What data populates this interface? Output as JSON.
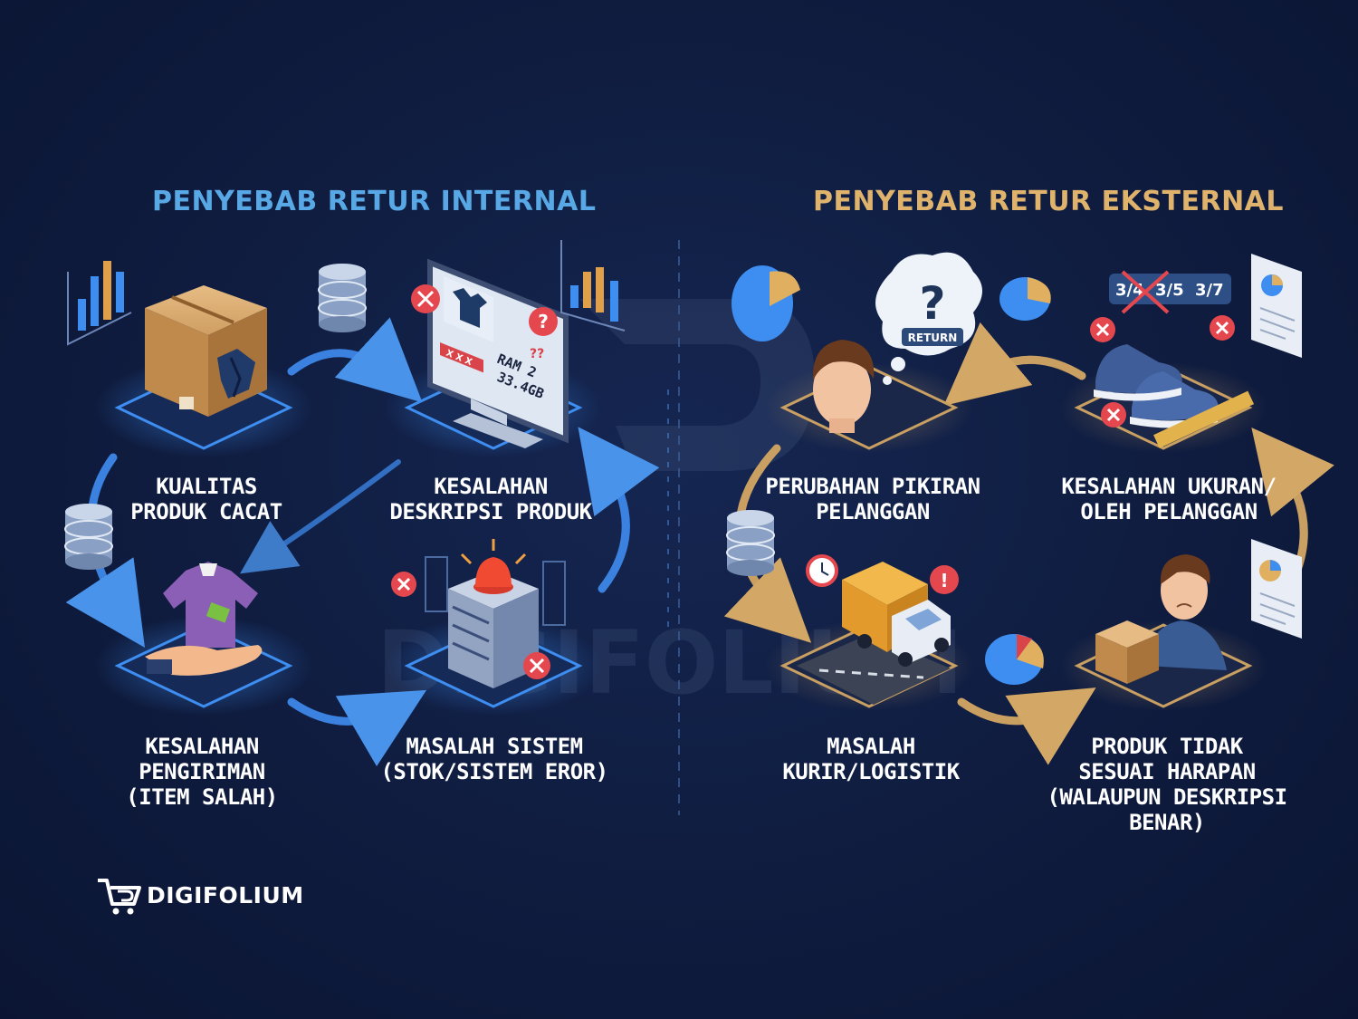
{
  "sections": {
    "internal": {
      "title": "PENYEBAB RETUR INTERNAL",
      "accent": "#58a8e6",
      "nodes": [
        {
          "id": "kualitas",
          "lines": [
            "KUALITAS",
            "PRODUK CACAT"
          ]
        },
        {
          "id": "deskripsi",
          "lines": [
            "KESALAHAN",
            "DESKRIPSI PRODUK"
          ]
        },
        {
          "id": "pengiriman",
          "lines": [
            "KESALAHAN",
            "PENGIRIMAN",
            "(ITEM SALAH)"
          ]
        },
        {
          "id": "sistem",
          "lines": [
            "MASALAH SISTEM",
            "(STOK/SISTEM EROR)"
          ]
        }
      ]
    },
    "external": {
      "title": "PENYEBAB RETUR EKSTERNAL",
      "accent": "#e0b36c",
      "nodes": [
        {
          "id": "pikiran",
          "lines": [
            "PERUBAHAN PIKIRAN",
            "PELANGGAN"
          ]
        },
        {
          "id": "ukuran",
          "lines": [
            "KESALAHAN UKURAN/",
            "OLEH PELANGGAN"
          ]
        },
        {
          "id": "kurir",
          "lines": [
            "MASALAH",
            "KURIR/LOGISTIK"
          ]
        },
        {
          "id": "harapan",
          "lines": [
            "PRODUK TIDAK",
            "SESUAI HARAPAN",
            "(WALAUPUN DESKRIPSI",
            "BENAR)"
          ]
        }
      ]
    }
  },
  "illustrations": {
    "monitor_specs": [
      "RAM 2",
      "33.4GB"
    ],
    "monitor_marks": [
      "??",
      "X X X"
    ],
    "thought_bubble": "RETURN",
    "size_tags": [
      "3/4",
      "3/5",
      "3/7"
    ]
  },
  "watermark": "DIGIFOLIUM",
  "brand": {
    "name": "DIGIFOLIUM"
  },
  "colors": {
    "background": "#0f1c3f",
    "platform_glow": "#2f7de0",
    "arrow_internal": "#3b82e0",
    "arrow_external": "#c9a062",
    "text": "#ffffff"
  }
}
